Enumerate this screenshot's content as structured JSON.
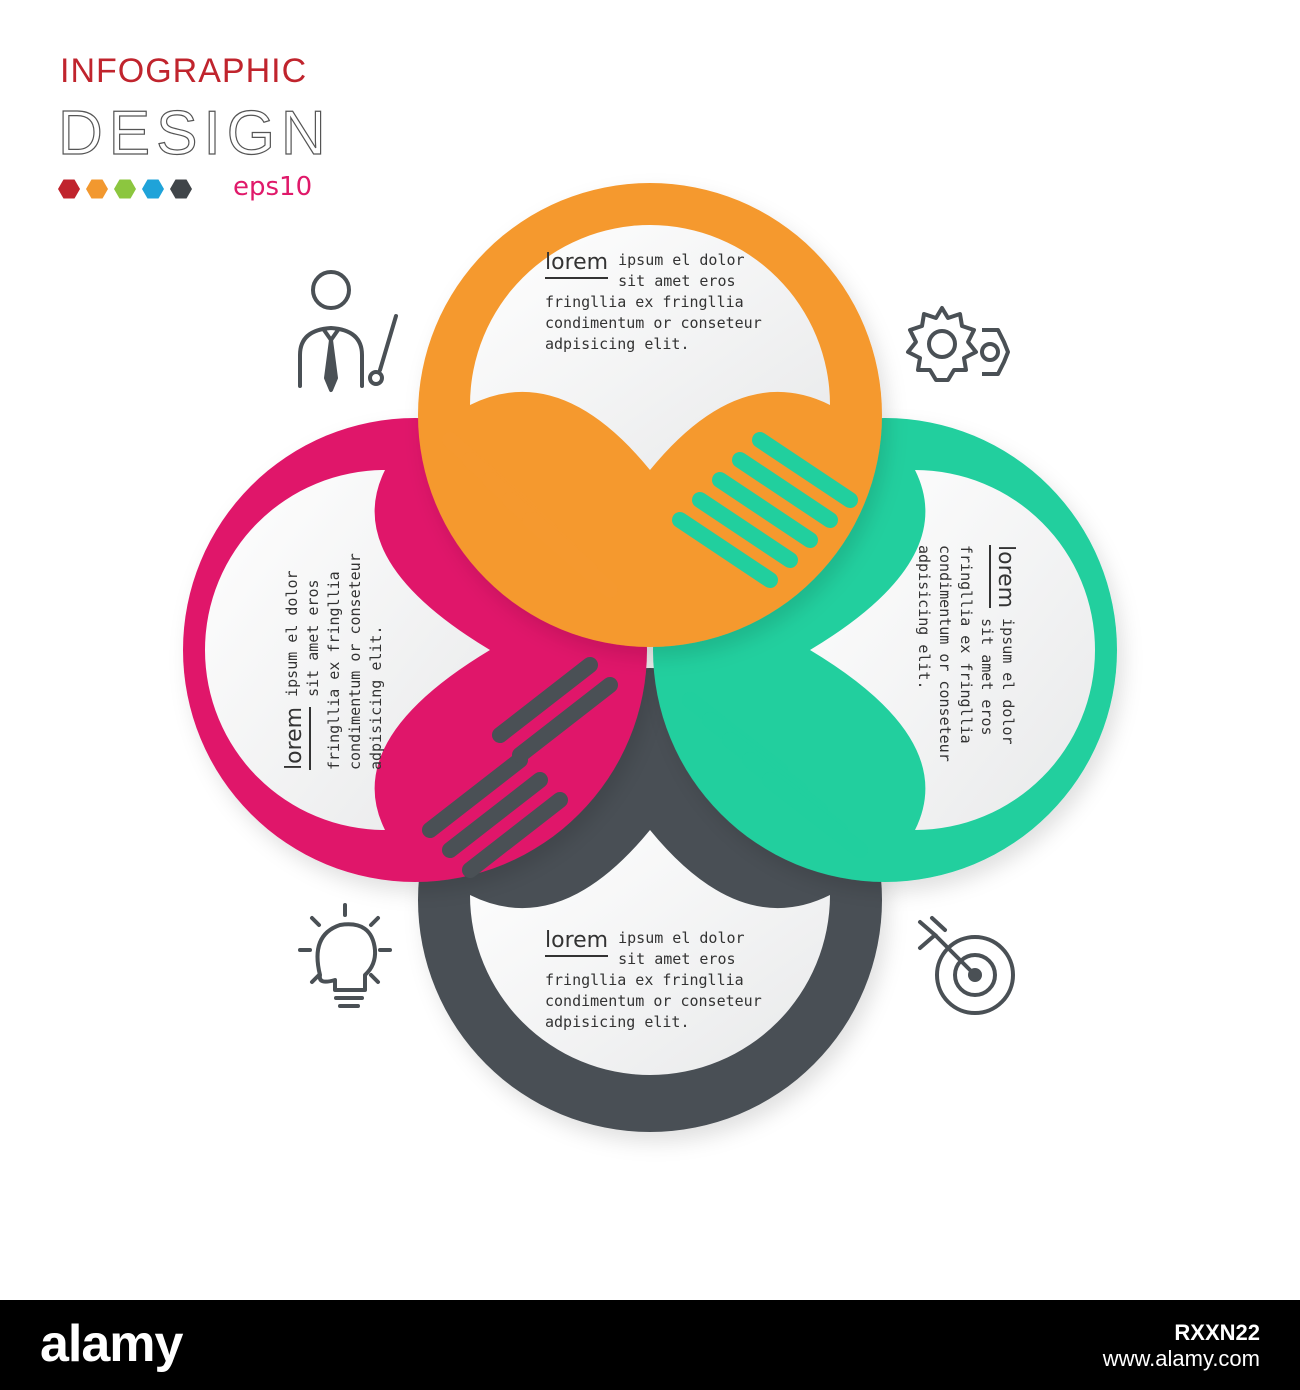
{
  "header": {
    "title": "INFOGRAPHIC",
    "subtitle": "DESIGN",
    "format": "eps10",
    "dot_colors": [
      "#c0242d",
      "#f2982f",
      "#8cc63f",
      "#1fa3d9",
      "#404549"
    ]
  },
  "colors": {
    "orange": "#f5992f",
    "teal": "#21cf9e",
    "magenta": "#e0196a",
    "gray": "#4a5055",
    "title_red": "#c0242d",
    "eps_pink": "#e0196a"
  },
  "cards": [
    {
      "id": "top",
      "lead": "lorem",
      "text": "ipsum el dolor sit amet eros fringllia ex fringllia condimentum or conseteur adpisicing elit.",
      "color": "#f5992f"
    },
    {
      "id": "right",
      "lead": "lorem",
      "text": "ipsum el dolor sit amet eros fringllia ex fringllia condimentum or conseteur adpisicing elit.",
      "color": "#21cf9e"
    },
    {
      "id": "bottom",
      "lead": "lorem",
      "text": "ipsum el dolor sit amet eros fringllia ex fringllia condimentum or conseteur adpisicing elit.",
      "color": "#4a5055"
    },
    {
      "id": "left",
      "lead": "lorem",
      "text": "ipsum el dolor sit amet eros fringllia ex fringllia condimentum or conseteur adpisicing elit.",
      "color": "#e0196a"
    }
  ],
  "icons": [
    "businessman-icon",
    "gears-icon",
    "lightbulb-head-icon",
    "target-icon"
  ],
  "footer": {
    "logo": "alamy",
    "image_id": "RXXN22",
    "site": "www.alamy.com"
  }
}
